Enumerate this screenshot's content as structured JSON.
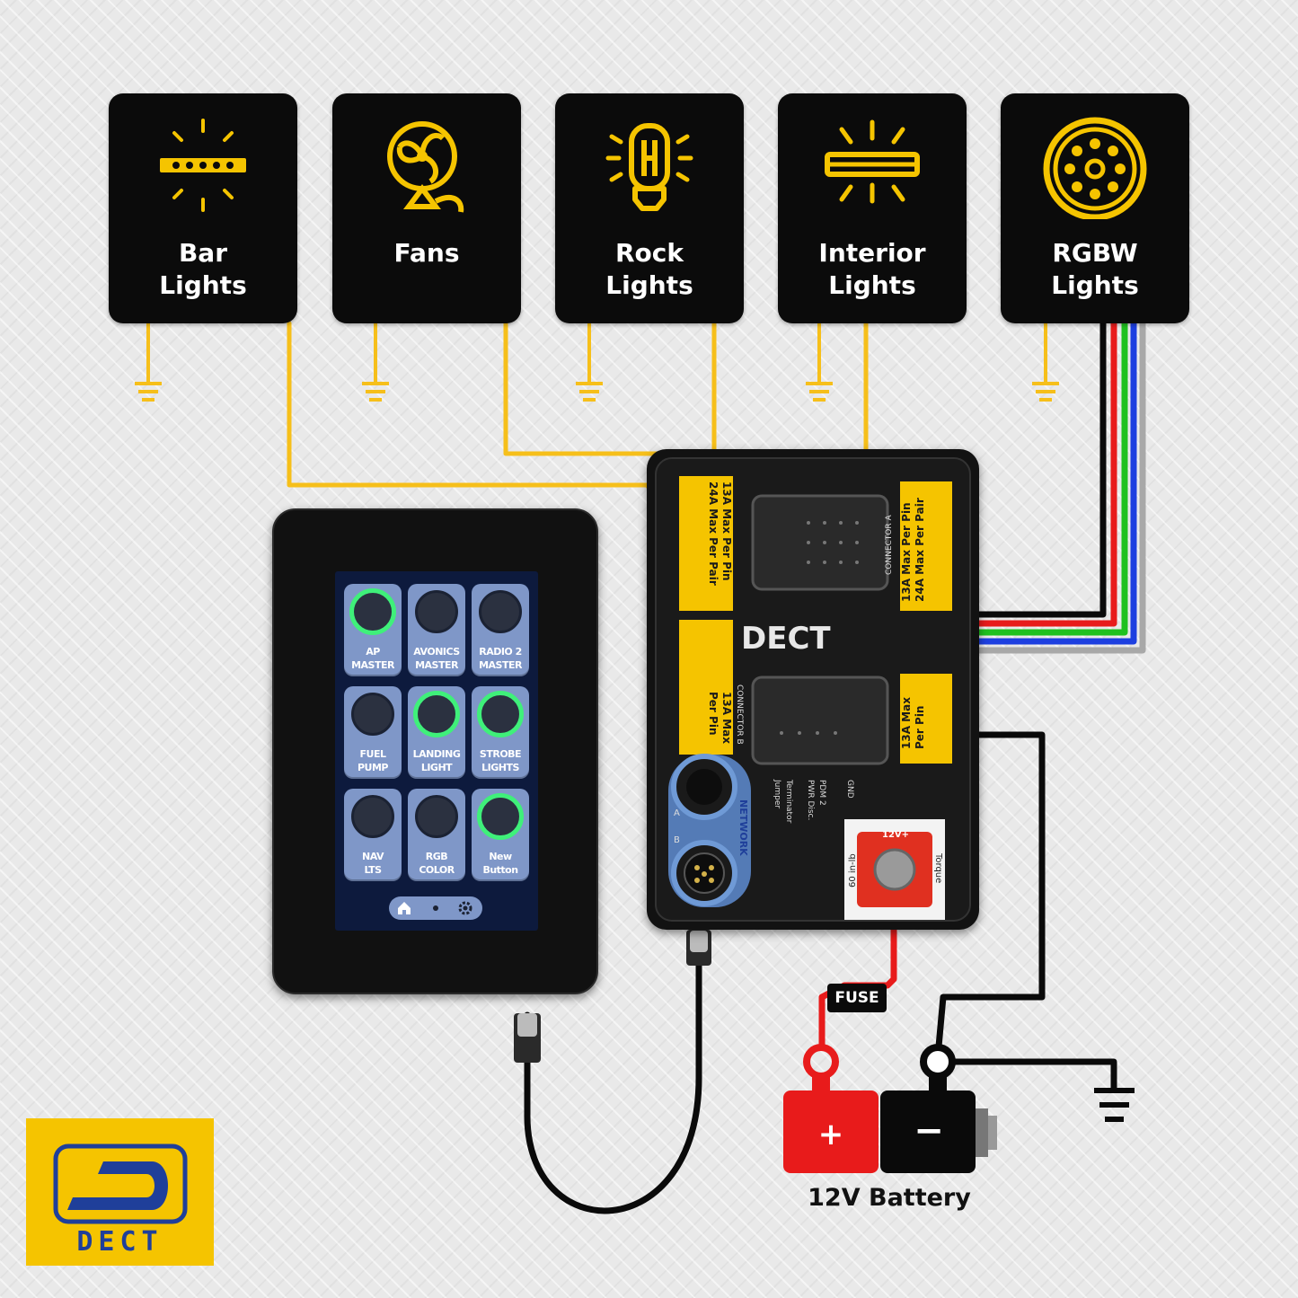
{
  "categories": [
    {
      "label": "Bar\nLights",
      "icon": "bar-light-icon"
    },
    {
      "label": "Fans",
      "icon": "fan-icon"
    },
    {
      "label": "Rock\nLights",
      "icon": "rock-light-bulb-icon"
    },
    {
      "label": "Interior\nLights",
      "icon": "interior-light-icon"
    },
    {
      "label": "RGBW\nLights",
      "icon": "rgbw-pod-icon"
    }
  ],
  "panel": {
    "buttons": [
      {
        "label": "AP\nMASTER",
        "on": true
      },
      {
        "label": "AVONICS\nMASTER",
        "on": false
      },
      {
        "label": "RADIO 2\nMASTER",
        "on": false
      },
      {
        "label": "FUEL\nPUMP",
        "on": false
      },
      {
        "label": "LANDING\nLIGHT",
        "on": true
      },
      {
        "label": "STROBE\nLIGHTS",
        "on": true
      },
      {
        "label": "NAV\nLTS",
        "on": false
      },
      {
        "label": "RGB\nCOLOR",
        "on": false
      },
      {
        "label": "New\nButton",
        "on": true
      }
    ],
    "nav": [
      "home-icon",
      "page-dot",
      "gear-icon"
    ]
  },
  "module": {
    "brand": "DECT",
    "connector_a": "CONNECTOR A",
    "connector_b": "CONNECTOR B",
    "rating_a_right": "13A Max Per Pin\n24A Max Per Pair",
    "rating_a_left": "13A Max Per Pin\n24A Max Per Pair",
    "rating_b_left": "13A Max\nPer Pin",
    "rating_b_right": "13A Max\nPer Pin",
    "pin_labels": [
      "Jumper",
      "Terminator",
      "PWR Disc.",
      "PDM 2",
      "GND"
    ],
    "network_label": "NETWORK",
    "network_ports": [
      "A",
      "B"
    ],
    "terminal_label": "12V+",
    "torque_label": "Torque",
    "torque_value": "60 in-lb"
  },
  "fuse_label": "FUSE",
  "battery": {
    "label": "12V Battery",
    "positive": "+",
    "negative": "−"
  },
  "logo": {
    "text": "DECT"
  },
  "colors": {
    "wire_yellow": "#f6bf1a",
    "wire_red": "#e81b1b",
    "wire_green": "#1fc11f",
    "wire_blue": "#1d3fe0",
    "wire_white": "#9a9a9a",
    "wire_black": "#0a0a0a",
    "accent_yellow": "#f5c400",
    "ring_on": "#3ff07a"
  }
}
